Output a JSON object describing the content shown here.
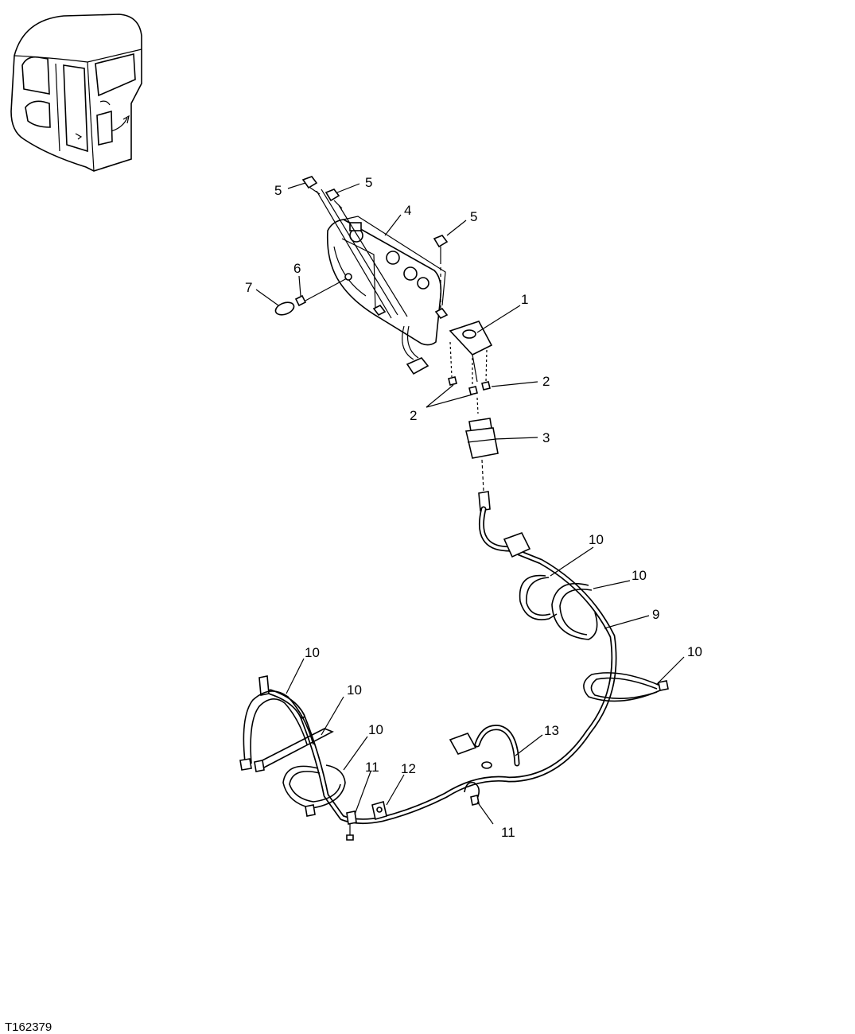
{
  "figure_id": "T162379",
  "callouts": [
    {
      "id": "c1",
      "text": "1"
    },
    {
      "id": "c2a",
      "text": "2"
    },
    {
      "id": "c2b",
      "text": "2"
    },
    {
      "id": "c3",
      "text": "3"
    },
    {
      "id": "c4",
      "text": "4"
    },
    {
      "id": "c5a",
      "text": "5"
    },
    {
      "id": "c5b",
      "text": "5"
    },
    {
      "id": "c5c",
      "text": "5"
    },
    {
      "id": "c6",
      "text": "6"
    },
    {
      "id": "c7",
      "text": "7"
    },
    {
      "id": "c9",
      "text": "9"
    },
    {
      "id": "c10a",
      "text": "10"
    },
    {
      "id": "c10b",
      "text": "10"
    },
    {
      "id": "c10c",
      "text": "10"
    },
    {
      "id": "c10d",
      "text": "10"
    },
    {
      "id": "c10e",
      "text": "10"
    },
    {
      "id": "c10f",
      "text": "10"
    },
    {
      "id": "c11a",
      "text": "11"
    },
    {
      "id": "c11b",
      "text": "11"
    },
    {
      "id": "c12",
      "text": "12"
    },
    {
      "id": "c13",
      "text": "13"
    }
  ]
}
